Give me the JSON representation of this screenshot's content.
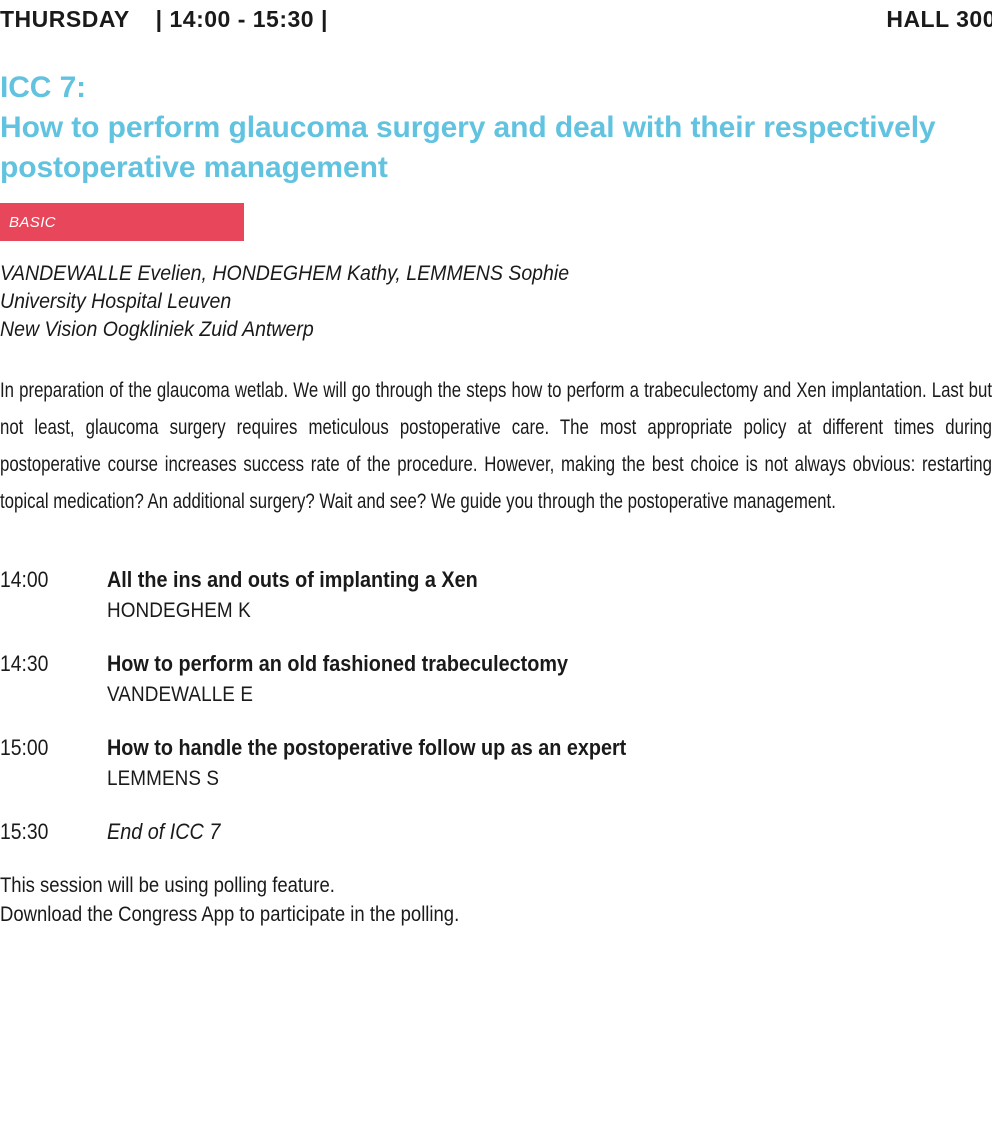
{
  "header": {
    "day": "THURSDAY",
    "time_range": "| 14:00 - 15:30 |",
    "hall": "HALL 300"
  },
  "session": {
    "code": "ICC 7:",
    "title": "How to perform glaucoma surgery and deal with their respectively postoperative management",
    "level_badge": "BASIC",
    "badge_color": "#e8465a",
    "title_color": "#62c3e0"
  },
  "authors": {
    "names": "VANDEWALLE Evelien, HONDEGHEM Kathy, LEMMENS Sophie",
    "affiliation_1": "University Hospital Leuven",
    "affiliation_2": "New Vision Oogkliniek Zuid Antwerp"
  },
  "abstract": {
    "text": "In preparation of the glaucoma wetlab. We will go through the steps how to perform a trabeculectomy and Xen implantation. Last but not least, glaucoma surgery requires meticulous postoperative care. The most appropriate policy at different times during postoperative course increases success rate of the procedure. However, making the best choice is not always obvious: restarting topical medication? An additional surgery? Wait and see? We guide you through the postoperative management."
  },
  "schedule": [
    {
      "time": "14:00",
      "title": "All the ins and outs of implanting a Xen",
      "speaker": "HONDEGHEM K",
      "italic": false
    },
    {
      "time": "14:30",
      "title": "How to perform an old fashioned trabeculectomy",
      "speaker": "VANDEWALLE E",
      "italic": false
    },
    {
      "time": "15:00",
      "title": "How to handle the postoperative follow up as an expert",
      "speaker": "LEMMENS S",
      "italic": false
    },
    {
      "time": "15:30",
      "title": "End of ICC 7",
      "speaker": "",
      "italic": true
    }
  ],
  "notes": {
    "line_1": "This session will be using polling feature.",
    "line_2": "Download the Congress App to participate in the polling."
  }
}
